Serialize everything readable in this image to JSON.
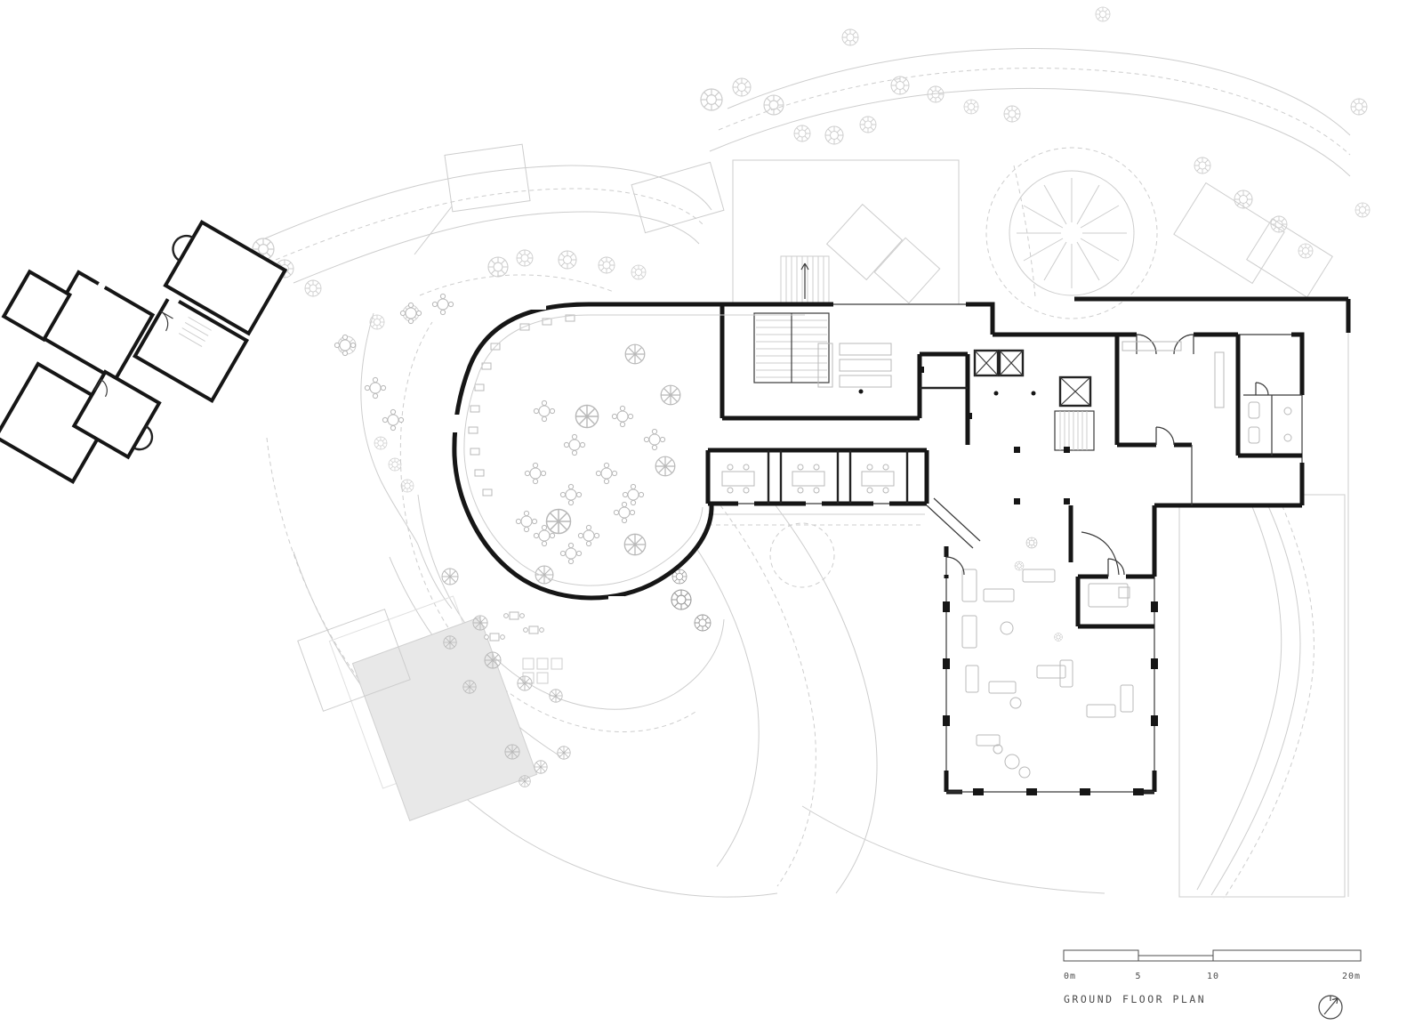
{
  "title": "GROUND FLOOR PLAN",
  "scale_bar": {
    "labels": [
      "0m",
      "5",
      "10",
      "20m"
    ]
  },
  "colors": {
    "background": "#ffffff",
    "walls": "#161616",
    "landscape_lines": "#cdcdcd",
    "furniture_lines": "#b8b8b8",
    "text": "#4c4c4c",
    "building_fill": "#e8e8e8"
  },
  "icons": {
    "north_arrow": "north-arrow-icon",
    "tree": "tree-icon",
    "parasol": "parasol-icon",
    "table": "table-icon"
  }
}
